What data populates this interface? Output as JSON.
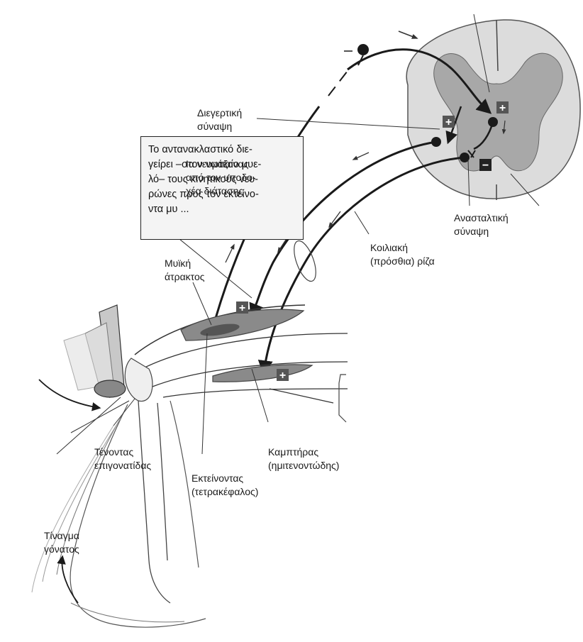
{
  "callout": {
    "lines": [
      "Το αντανακλαστικό διε-",
      "γείρει –στον νωτιαίο μυε-",
      "λό– τους κινητικούς νευ-",
      "ρώνες προς τον εκτείνο-",
      "ντα μυ ..."
    ]
  },
  "labels": {
    "excitatory_synapse": [
      "Διεγερτική",
      "σύναψη"
    ],
    "ia_axon": [
      "Ια νευράξονας",
      "από τον υποδο-",
      "χέα διάτασης"
    ],
    "inhibitory_synapse": [
      "Ανασταλτική",
      "σύναψη"
    ],
    "ventral_root": [
      "Κοιλιακή",
      "(πρόσθια) ρίζα"
    ],
    "muscle_spindle": [
      "Μυϊκή",
      "άτρακτος"
    ],
    "patellar_tendon": [
      "Τένοντας",
      "επιγονατίδας"
    ],
    "flexor": [
      "Καμπτήρας",
      "(ημιτενοντώδης)"
    ],
    "extensor": [
      "Εκτείνοντας",
      "(τετρακέφαλος)"
    ],
    "knee_jerk": [
      "Τίναγμα",
      "γόνατος"
    ]
  },
  "symbols": {
    "plus": "+",
    "minus": "−"
  },
  "colors": {
    "muscle": "#8a8a8a",
    "spinal_white": "#dcdcdc",
    "spinal_gray": "#a8a8a8",
    "line": "#1a1a1a"
  }
}
